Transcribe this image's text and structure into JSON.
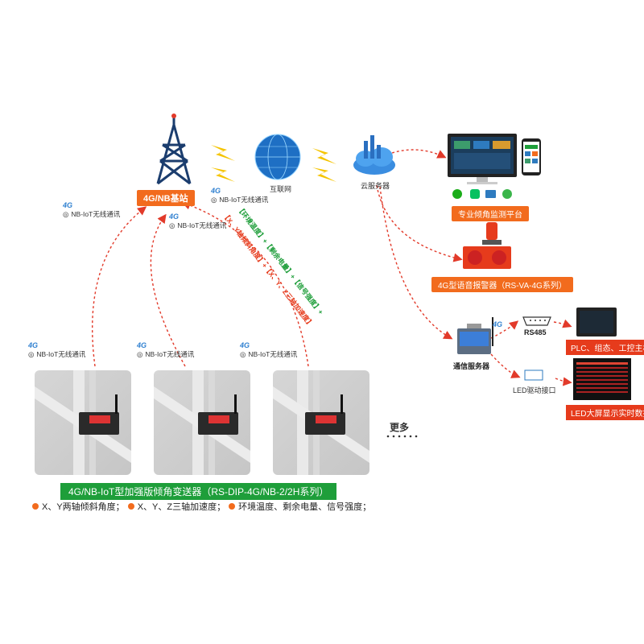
{
  "nodes": {
    "base_station": "4G/NB基站",
    "internet": "互联网",
    "cloud_server": "云服务器",
    "monitor_platform": "专业倾角监测平台",
    "alarm": "4G型语音报警器（RS-VA-4G系列）",
    "comm_server": "通信服务器",
    "rs485": "RS485",
    "plc": "PLC、组态、工控主机",
    "led_port": "LED驱动接口",
    "led_screen_label": "LED大屏显示实时数据",
    "more": "更多"
  },
  "wireless": {
    "four_g": "4G",
    "nb_label": "NB-IoT无线通讯"
  },
  "data_tags": {
    "tag1": "【环境温度】+【剩余电量】+【信号强度】+",
    "tag2": "【X、Y轴倾斜角度】+【X、Y、Z三轴加速度】"
  },
  "product": {
    "title": "4G/NB-IoT型加强版倾角变送器（RS-DIP-4G/NB-2/2H系列）",
    "features": [
      "X、Y两轴倾斜角度；",
      "X、Y、Z三轴加速度；",
      "环境温度、剩余电量、信号强度；"
    ]
  },
  "colors": {
    "orange": "#f26b1d",
    "green": "#1e9e3a",
    "red": "#e63b1c",
    "arrow": "#e23a2a"
  }
}
